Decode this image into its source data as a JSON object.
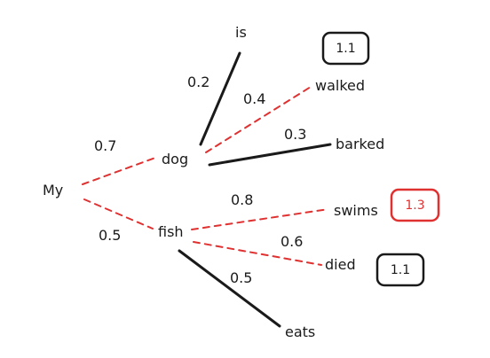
{
  "colors": {
    "ink": "#1a1a1a",
    "highlight": "#e03131"
  },
  "nodes": {
    "my": "My",
    "dog": "dog",
    "fish": "fish",
    "is": "is",
    "walked": "walked",
    "barked": "barked",
    "swims": "swims",
    "died": "died",
    "eats": "eats"
  },
  "edges": {
    "my_dog": "0.7",
    "my_fish": "0.5",
    "dog_is": "0.2",
    "dog_walked": "0.4",
    "dog_barked": "0.3",
    "fish_swims": "0.8",
    "fish_died": "0.6",
    "fish_eats": "0.5"
  },
  "scores": {
    "walked": "1.1",
    "swims": "1.3",
    "died": "1.1"
  }
}
